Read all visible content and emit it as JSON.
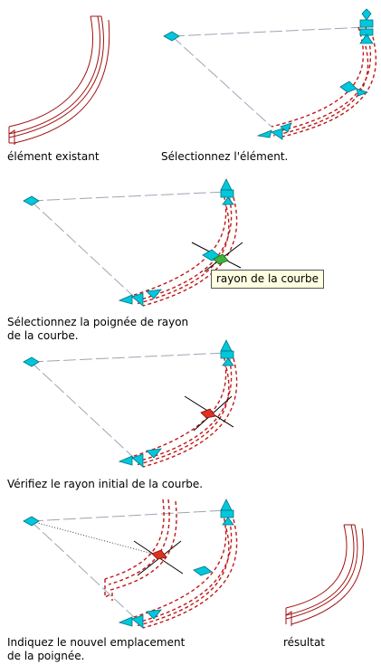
{
  "captions": {
    "existing_element": "élément existant",
    "select_element": "Sélectionnez l'élément.",
    "select_grip_line1": "Sélectionnez la poignée de rayon",
    "select_grip_line2": "de la courbe.",
    "verify_radius": "Vérifiez le rayon initial de la courbe.",
    "indicate_location_line1": "Indiquez le nouvel emplacement",
    "indicate_location_line2": "de la poignée.",
    "result": "résultat"
  },
  "tooltip": "rayon de la courbe",
  "colors": {
    "element": "#a01010",
    "grip": "#00c8dc",
    "grip_stroke": "#007080",
    "guide": "#9aa6b4",
    "active_grip": "#3cb43c",
    "hot_grip": "#e03020"
  }
}
